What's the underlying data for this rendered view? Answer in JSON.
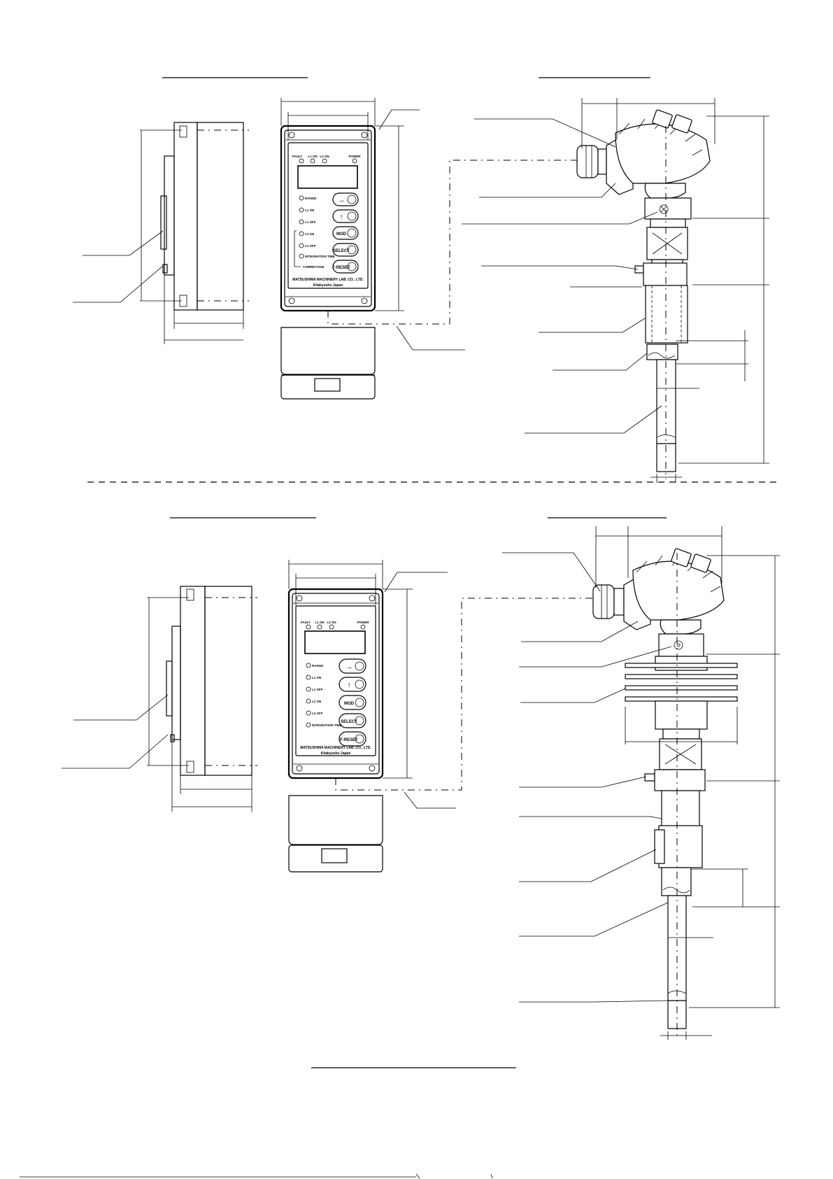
{
  "panel_top": {
    "leds": [
      "FAULT",
      "L1 ON",
      "L2 ON",
      "POWER"
    ],
    "indicators": [
      "RANGE",
      "L1 ON",
      "L1 OFF",
      "L2 ON",
      "L2 OFF",
      "INTEGRATION TIME"
    ],
    "bottom_indicator": "CORRECTION",
    "buttons": [
      "→",
      "↑",
      "MOD",
      "SELECT",
      "F-RESET"
    ],
    "maker": "MATSUSHIMA MACHINERY LAB. CO., LTD.",
    "origin": "Kitakyushu    Japan"
  },
  "panel_bottom": {
    "leds": [
      "FAULT",
      "L1 ON",
      "L2 ON",
      "POWER"
    ],
    "indicators": [
      "RANGE",
      "L1 ON",
      "L1 OFF",
      "L2 ON",
      "L2 OFF",
      "INTEGRATION TIME"
    ],
    "buttons": [
      "→",
      "↑",
      "MOD",
      "SELECT",
      "F-RESET"
    ],
    "maker": "MATSUSHIMA MACHINERY LAB. CO., LTD.",
    "origin": "Kitakyushu    Japan"
  }
}
